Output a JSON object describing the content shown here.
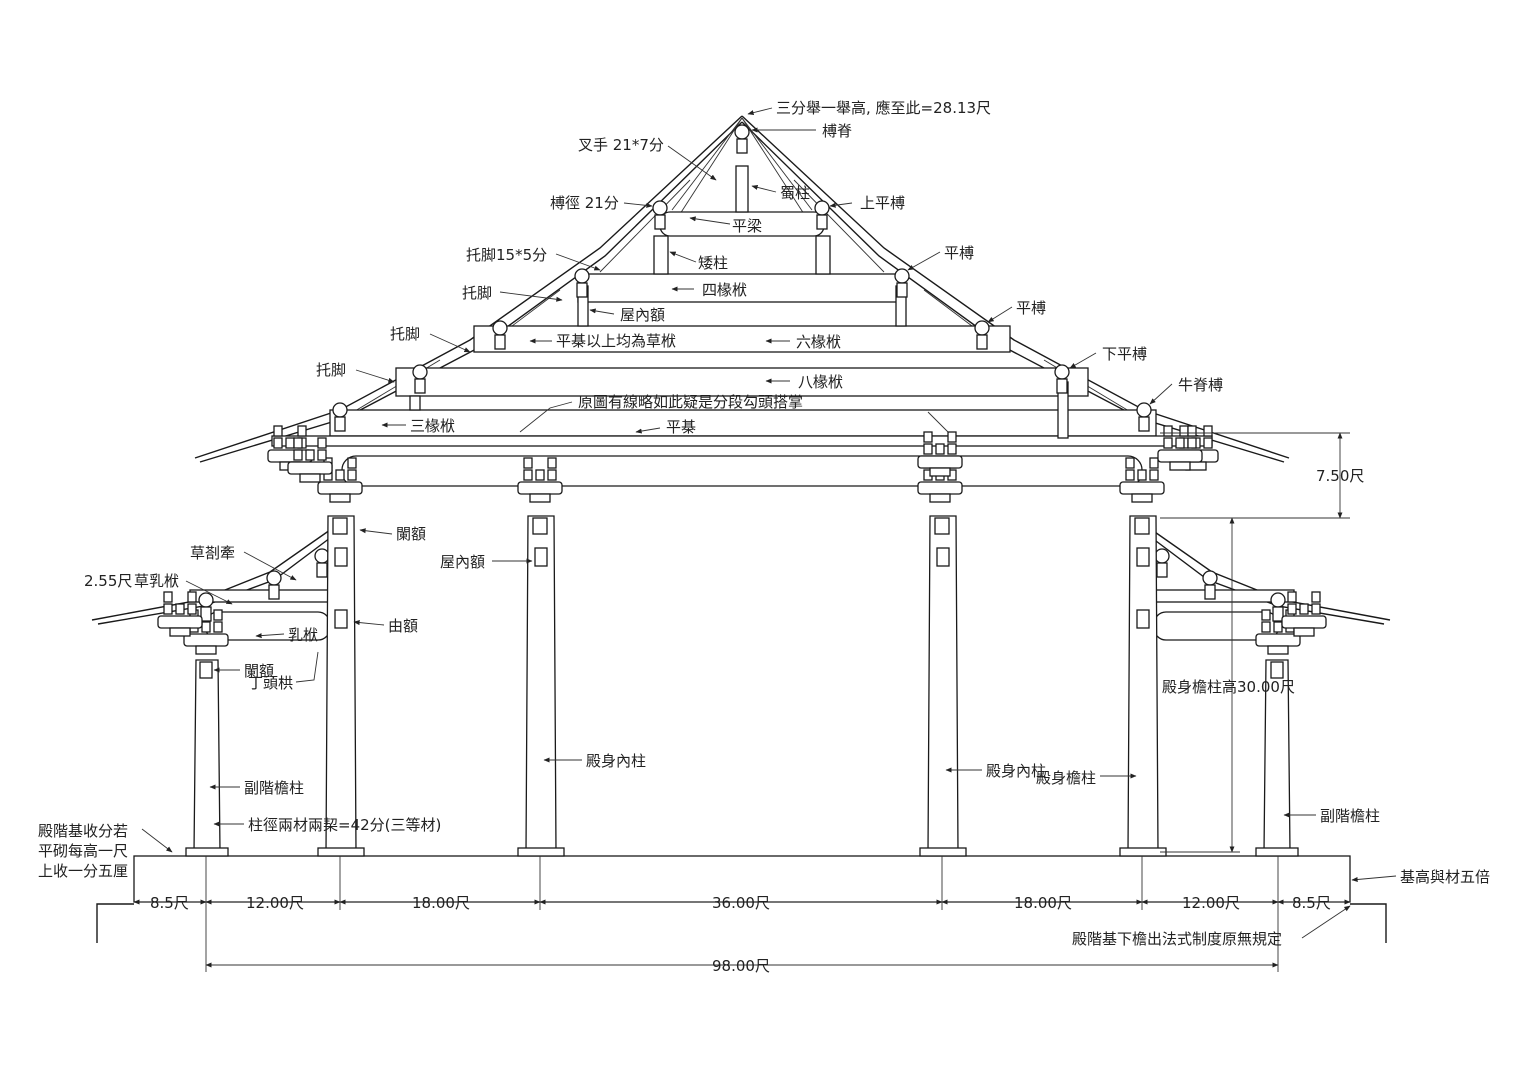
{
  "labels": {
    "ridge_note": "三分舉一舉高, 應至此=28.13尺",
    "ridge_purlin": "榑脊",
    "forked_strut": "叉手 21*7分",
    "king_post": "蜀柱",
    "purlin_dia": "榑徑 21分",
    "upper_purlin": "上平榑",
    "flat_beam": "平梁",
    "bracket_1": "托脚15*5分",
    "short_post": "矮柱",
    "purlin_1": "平榑",
    "bracket_2": "托脚",
    "four_rafter_beam": "四椽栿",
    "inner_lintel_top": "屋內額",
    "purlin_2": "平榑",
    "bracket_3": "托脚",
    "ceiling_note": "平棊以上均為草栿",
    "six_rafter_beam": "六椽栿",
    "lower_purlin": "下平榑",
    "bracket_4": "托脚",
    "eight_rafter_beam": "八椽栿",
    "ox_spine_purlin": "牛脊榑",
    "original_note": "原圖有線略如此疑是分段勾頭搭掌",
    "three_rafter_beam": "三椽栿",
    "ceiling": "平棊",
    "height_750": "7.50尺",
    "architrave": "闌額",
    "rough_bracing": "草剳牽",
    "inner_lintel_col": "屋內額",
    "side_dim": "2.55尺",
    "rough_beam": "草乳栿",
    "tie_lintel": "由額",
    "milk_beam": "乳栿",
    "architrave_2": "闌額",
    "head_bracket": "丁頭栱",
    "inner_column": "殿身內柱",
    "inner_column_2": "殿身內柱",
    "eave_column": "殿身檐柱",
    "eave_column_height": "殿身檐柱高30.00尺",
    "aisle_column_l": "副階檐柱",
    "aisle_column_r": "副階檐柱",
    "column_dia": "柱徑兩材兩栔=42分(三等材)",
    "base_note_1": "殿階基收分若",
    "base_note_2": "平砌每高一尺",
    "base_note_3": "上收一分五厘",
    "base_height": "基高與材五倍",
    "base_eave_note": "殿階基下檐出法式制度原無規定"
  },
  "dimensions": {
    "spans": [
      "8.5尺",
      "12.00尺",
      "18.00尺",
      "36.00尺",
      "18.00尺",
      "12.00尺",
      "8.5尺"
    ],
    "total": "98.00尺"
  }
}
